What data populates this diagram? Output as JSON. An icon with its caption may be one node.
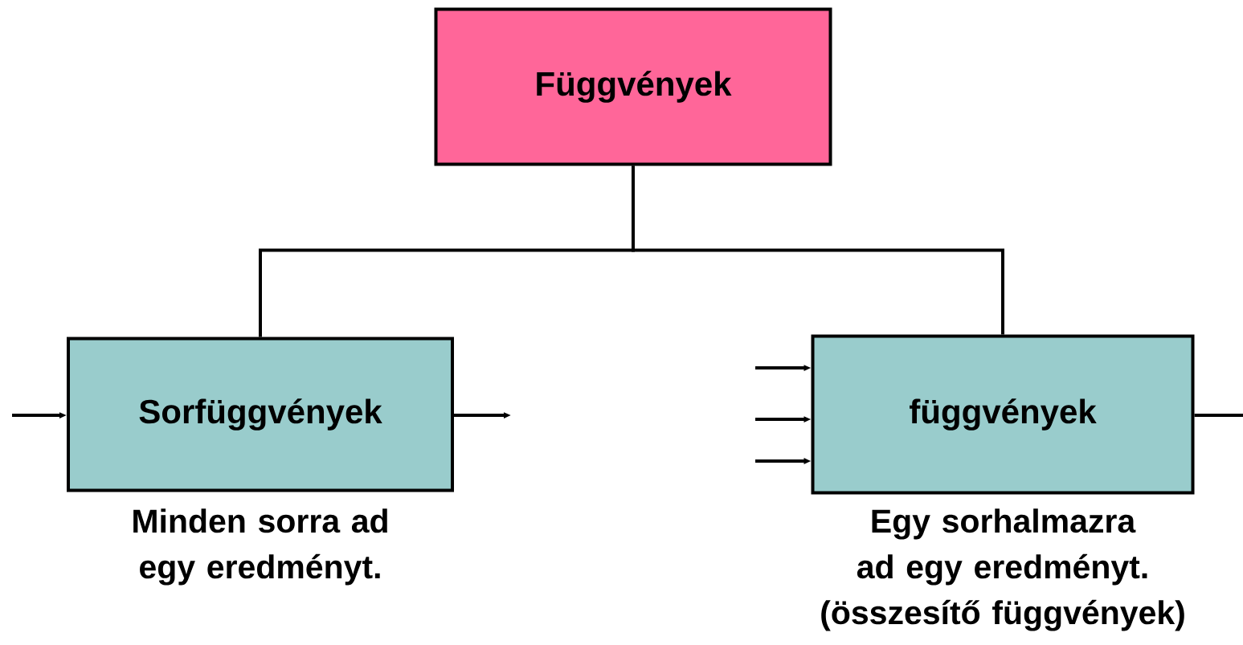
{
  "diagram": {
    "nodes": [
      {
        "text": [
          "Függvények"
        ]
      },
      {
        "text": [
          "Sorfüggvények"
        ],
        "beside": [
          "Minden sorra ad egy eredményt."
        ]
      },
      {
        "text": [
          "függvények"
        ],
        "beside": [
          "Egy sorhalmazra ad egy eredményt.",
          "(összesítő függvények)"
        ]
      }
    ],
    "edges": [
      {
        "from": 0,
        "to": 1,
        "arrow": "none"
      },
      {
        "from": 0,
        "to": 2,
        "arrow": "none"
      },
      {
        "from": null,
        "to": 1,
        "arrow": "to"
      },
      {
        "from": 1,
        "to": null,
        "arrow": "to"
      },
      {
        "from": null,
        "to": 2,
        "arrow": "to"
      },
      {
        "from": null,
        "to": 2,
        "arrow": "to"
      },
      {
        "from": null,
        "to": 2,
        "arrow": "to"
      },
      {
        "from": 2,
        "to": null,
        "arrow": "none"
      }
    ]
  }
}
